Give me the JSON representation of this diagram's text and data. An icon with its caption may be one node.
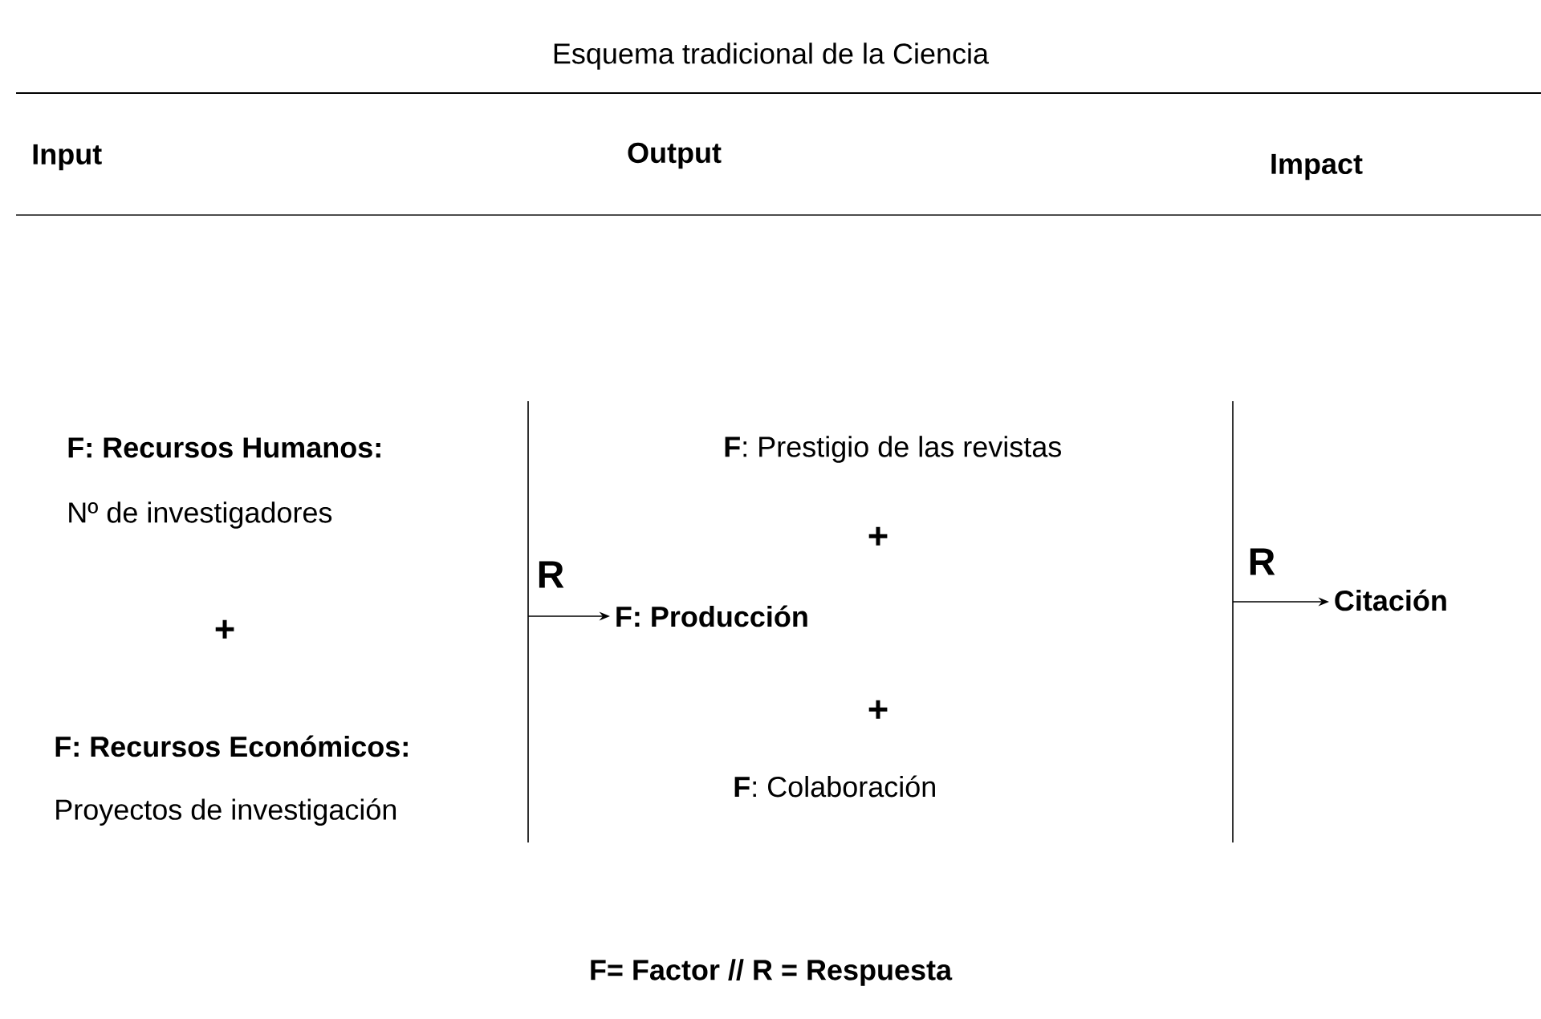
{
  "diagram": {
    "title": "Esquema tradicional de la Ciencia",
    "caption": "F= Factor  // R = Respuesta",
    "nodes": [
      {
        "text": [
          "F: Producción"
        ]
      },
      {
        "text": [
          "Citación"
        ]
      }
    ],
    "edges": [
      {
        "from": null,
        "to": 0,
        "arrow": "to",
        "label": "R"
      },
      {
        "from": null,
        "to": 1,
        "arrow": "to",
        "label": "R"
      }
    ],
    "labels": [
      "Input",
      "Output",
      "Impact",
      "F: Recursos Humanos:",
      "Nº de investigadores",
      "**F**: Prestigio de las revistas",
      "+",
      "+",
      "F: Recursos Económicos:",
      "+",
      "**F**: Colaboración",
      "Proyectos de investigación"
    ]
  }
}
